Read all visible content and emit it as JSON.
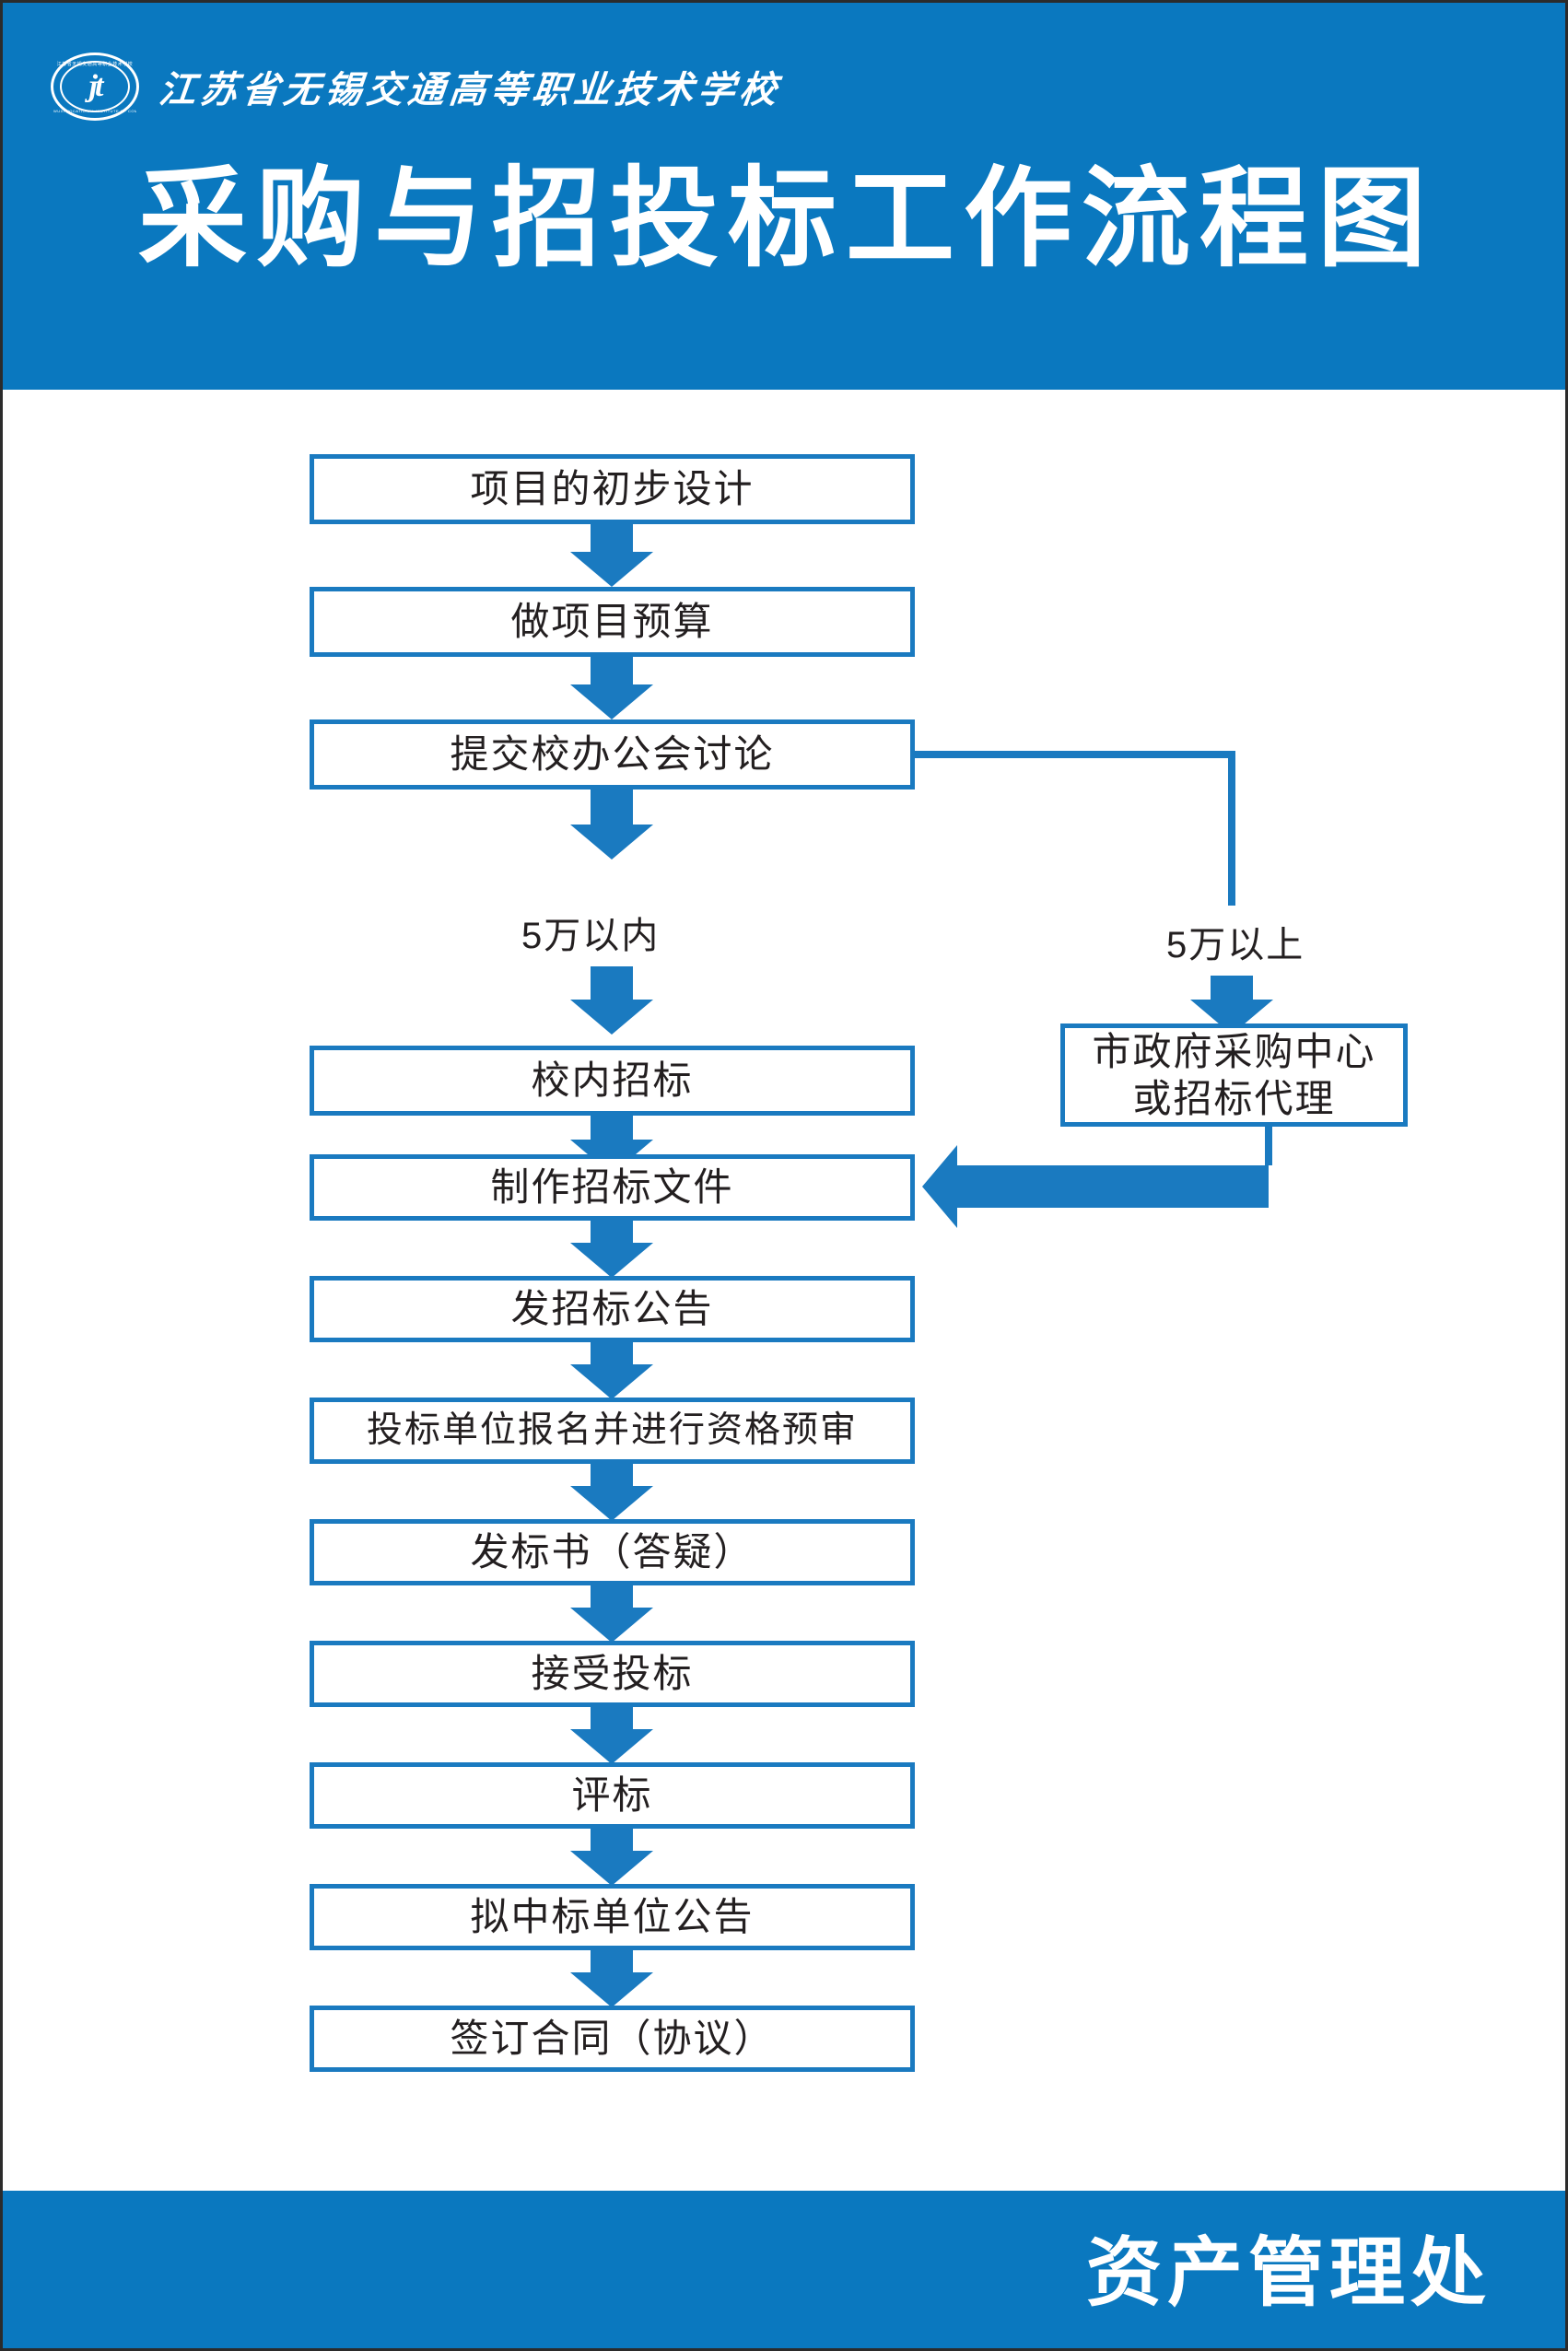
{
  "page": {
    "background_color": "#ffffff",
    "brand_blue": "#0a78bf",
    "node_border_color": "#1a7ac0",
    "text_color": "#231f20"
  },
  "header": {
    "school_name": "江苏省无锡交通高等职业技术学校",
    "logo": {
      "icon_name": "school-emblem",
      "monogram": "jt",
      "arc_top_text": "江苏省无锡交通高等职业技术学校",
      "arc_bottom_text": "WUXI VOCATIONAL INSTITUTE OF COMMERCE"
    },
    "title": "采购与招投标工作流程图"
  },
  "flowchart": {
    "nodes": [
      {
        "id": "n1",
        "label": "项目的初步设计"
      },
      {
        "id": "n2",
        "label": "做项目预算"
      },
      {
        "id": "n3",
        "label": "提交校办公会讨论"
      },
      {
        "id": "n4",
        "label": "校内招标"
      },
      {
        "id": "n5",
        "label": "市政府采购中心\n或招标代理"
      },
      {
        "id": "n6",
        "label": "制作招标文件"
      },
      {
        "id": "n7",
        "label": "发招标公告"
      },
      {
        "id": "n8",
        "label": "投标单位报名并进行资格预审"
      },
      {
        "id": "n9",
        "label": "发标书（答疑）"
      },
      {
        "id": "n10",
        "label": "接受投标"
      },
      {
        "id": "n11",
        "label": "评标"
      },
      {
        "id": "n12",
        "label": "拟中标单位公告"
      },
      {
        "id": "n13",
        "label": "签订合同（协议）"
      }
    ],
    "branch_labels": {
      "left": "5万以内",
      "right": "5万以上"
    }
  },
  "footer": {
    "department": "资产管理处"
  }
}
